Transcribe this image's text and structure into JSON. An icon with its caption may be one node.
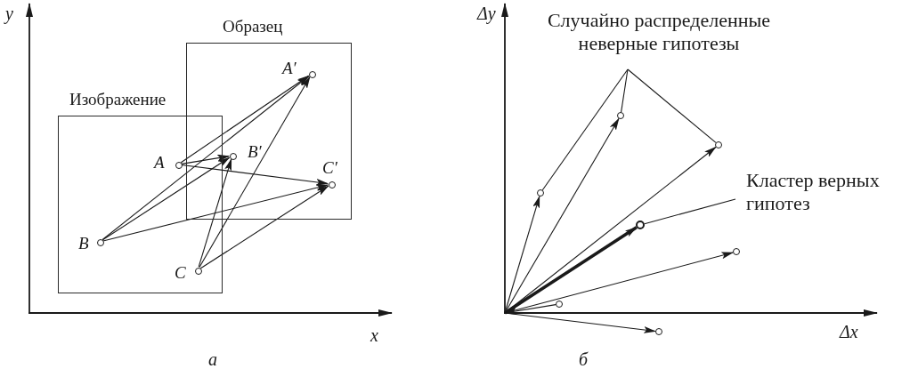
{
  "diagram": {
    "nodes": [
      {
        "text": [
          "Изображение"
        ]
      },
      {
        "text": [
          "Образец"
        ]
      },
      {
        "text": [],
        "shape": "circle",
        "in": 0,
        "beside": [
          "A"
        ]
      },
      {
        "text": [],
        "shape": "circle",
        "in": 0,
        "beside": [
          "B"
        ]
      },
      {
        "text": [],
        "shape": "circle",
        "in": 0,
        "beside": [
          "C"
        ]
      },
      {
        "text": [],
        "shape": "circle",
        "in": 1,
        "beside": [
          "A′"
        ]
      },
      {
        "text": [],
        "shape": "circle",
        "in": 1,
        "beside": [
          "B′"
        ]
      },
      {
        "text": [],
        "shape": "circle",
        "in": 1,
        "beside": [
          "C′"
        ]
      },
      {
        "text": [
          "Случайно распределенные неверные гипотезы"
        ]
      },
      {
        "text": [],
        "shape": "circle"
      },
      {
        "text": [],
        "shape": "circle"
      },
      {
        "text": [],
        "shape": "circle"
      },
      {
        "text": [],
        "shape": "circle"
      },
      {
        "text": [],
        "shape": "circle"
      },
      {
        "text": [],
        "shape": "circle"
      },
      {
        "text": [],
        "shape": "circle"
      },
      {
        "text": [
          "Кластер верных гипотез"
        ]
      }
    ],
    "edges": [
      {
        "from": 2,
        "to": 5,
        "arrow": "to"
      },
      {
        "from": 2,
        "to": 6,
        "arrow": "to"
      },
      {
        "from": 2,
        "to": 7,
        "arrow": "to"
      },
      {
        "from": 3,
        "to": 5,
        "arrow": "to"
      },
      {
        "from": 3,
        "to": 6,
        "arrow": "to"
      },
      {
        "from": 3,
        "to": 7,
        "arrow": "to"
      },
      {
        "from": 4,
        "to": 5,
        "arrow": "to"
      },
      {
        "from": 4,
        "to": 6,
        "arrow": "to"
      },
      {
        "from": 4,
        "to": 7,
        "arrow": "to"
      },
      {
        "from": null,
        "to": 9,
        "arrow": "to"
      },
      {
        "from": null,
        "to": 10,
        "arrow": "to"
      },
      {
        "from": null,
        "to": 11,
        "arrow": "to"
      },
      {
        "from": null,
        "to": 12,
        "arrow": "to",
        "style": "thick"
      },
      {
        "from": null,
        "to": 13,
        "arrow": "to"
      },
      {
        "from": 14,
        "to": null,
        "arrow": "to"
      },
      {
        "from": null,
        "to": 15,
        "arrow": "to"
      },
      {
        "from": 8,
        "to": 9,
        "arrow": "none"
      },
      {
        "from": 8,
        "to": 10,
        "arrow": "none"
      },
      {
        "from": 8,
        "to": 11,
        "arrow": "none"
      },
      {
        "from": 16,
        "to": 12,
        "arrow": "none"
      }
    ],
    "labels": [
      "y",
      "x",
      "а",
      "Δy",
      "Δx",
      "б"
    ]
  }
}
